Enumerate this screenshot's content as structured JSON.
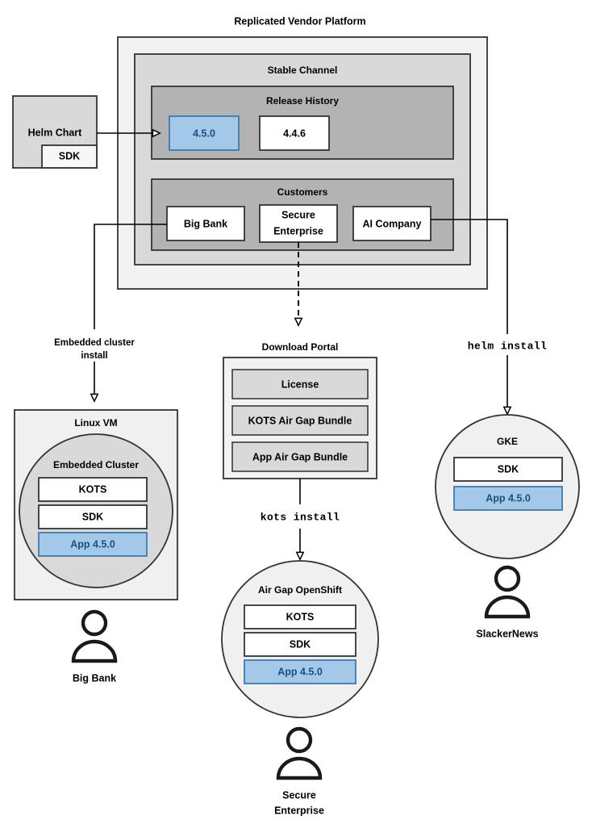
{
  "diagram": {
    "title": "Replicated Vendor Platform",
    "colors": {
      "platform_outer_fill": "#f2f2f2",
      "channel_fill": "#d9d9d9",
      "panel_fill": "#b3b3b3",
      "box_white": "#ffffff",
      "box_gray": "#d9d9d9",
      "highlight_blue_fill": "#a3c8e8",
      "highlight_blue_border": "#3d7ab0",
      "highlight_blue_text": "#1a5182",
      "stroke": "#333333",
      "background": "#ffffff"
    },
    "source": {
      "helm_chart_label": "Helm Chart",
      "sdk_label": "SDK"
    },
    "platform": {
      "channel_label": "Stable Channel",
      "release_history": {
        "label": "Release History",
        "releases": [
          {
            "version": "4.5.0",
            "highlighted": true
          },
          {
            "version": "4.4.6",
            "highlighted": false
          }
        ]
      },
      "customers": {
        "label": "Customers",
        "items": [
          {
            "name": "Big Bank"
          },
          {
            "name": "Secure\nEnterprise",
            "line1": "Secure",
            "line2": "Enterprise"
          },
          {
            "name": "AI Company"
          }
        ]
      }
    },
    "edges": [
      {
        "from": "Helm Chart",
        "to": "4.5.0",
        "label": "",
        "style": "solid"
      },
      {
        "from": "Big Bank",
        "to": "Linux VM",
        "label": "Embedded cluster install",
        "style": "solid"
      },
      {
        "from": "Secure Enterprise",
        "to": "Download Portal",
        "label": "",
        "style": "dashed"
      },
      {
        "from": "Download Portal",
        "to": "Air Gap OpenShift",
        "label": "kots install",
        "style": "solid"
      },
      {
        "from": "AI Company",
        "to": "GKE",
        "label": "helm install",
        "style": "solid"
      }
    ],
    "labels": {
      "embedded_install_line1": "Embedded cluster",
      "embedded_install_line2": "install",
      "kots_install": "kots install",
      "helm_install": "helm install"
    },
    "download_portal": {
      "title": "Download Portal",
      "artifacts": [
        {
          "name": "License"
        },
        {
          "name": "KOTS Air Gap Bundle"
        },
        {
          "name": "App Air Gap Bundle"
        }
      ]
    },
    "targets": [
      {
        "id": "linux-vm",
        "shape": "rect",
        "title": "Linux VM",
        "inner_title": "Embedded Cluster",
        "components": [
          {
            "name": "KOTS",
            "highlighted": false
          },
          {
            "name": "SDK",
            "highlighted": false
          },
          {
            "name": "App 4.5.0",
            "highlighted": true
          }
        ],
        "customer": "Big Bank"
      },
      {
        "id": "air-gap-openshift",
        "shape": "circle",
        "title": "Air Gap OpenShift",
        "components": [
          {
            "name": "KOTS",
            "highlighted": false
          },
          {
            "name": "SDK",
            "highlighted": false
          },
          {
            "name": "App 4.5.0",
            "highlighted": true
          }
        ],
        "customer_line1": "Secure",
        "customer_line2": "Enterprise"
      },
      {
        "id": "gke",
        "shape": "circle",
        "title": "GKE",
        "components": [
          {
            "name": "SDK",
            "highlighted": false
          },
          {
            "name": "App 4.5.0",
            "highlighted": true
          }
        ],
        "customer": "SlackerNews"
      }
    ]
  }
}
